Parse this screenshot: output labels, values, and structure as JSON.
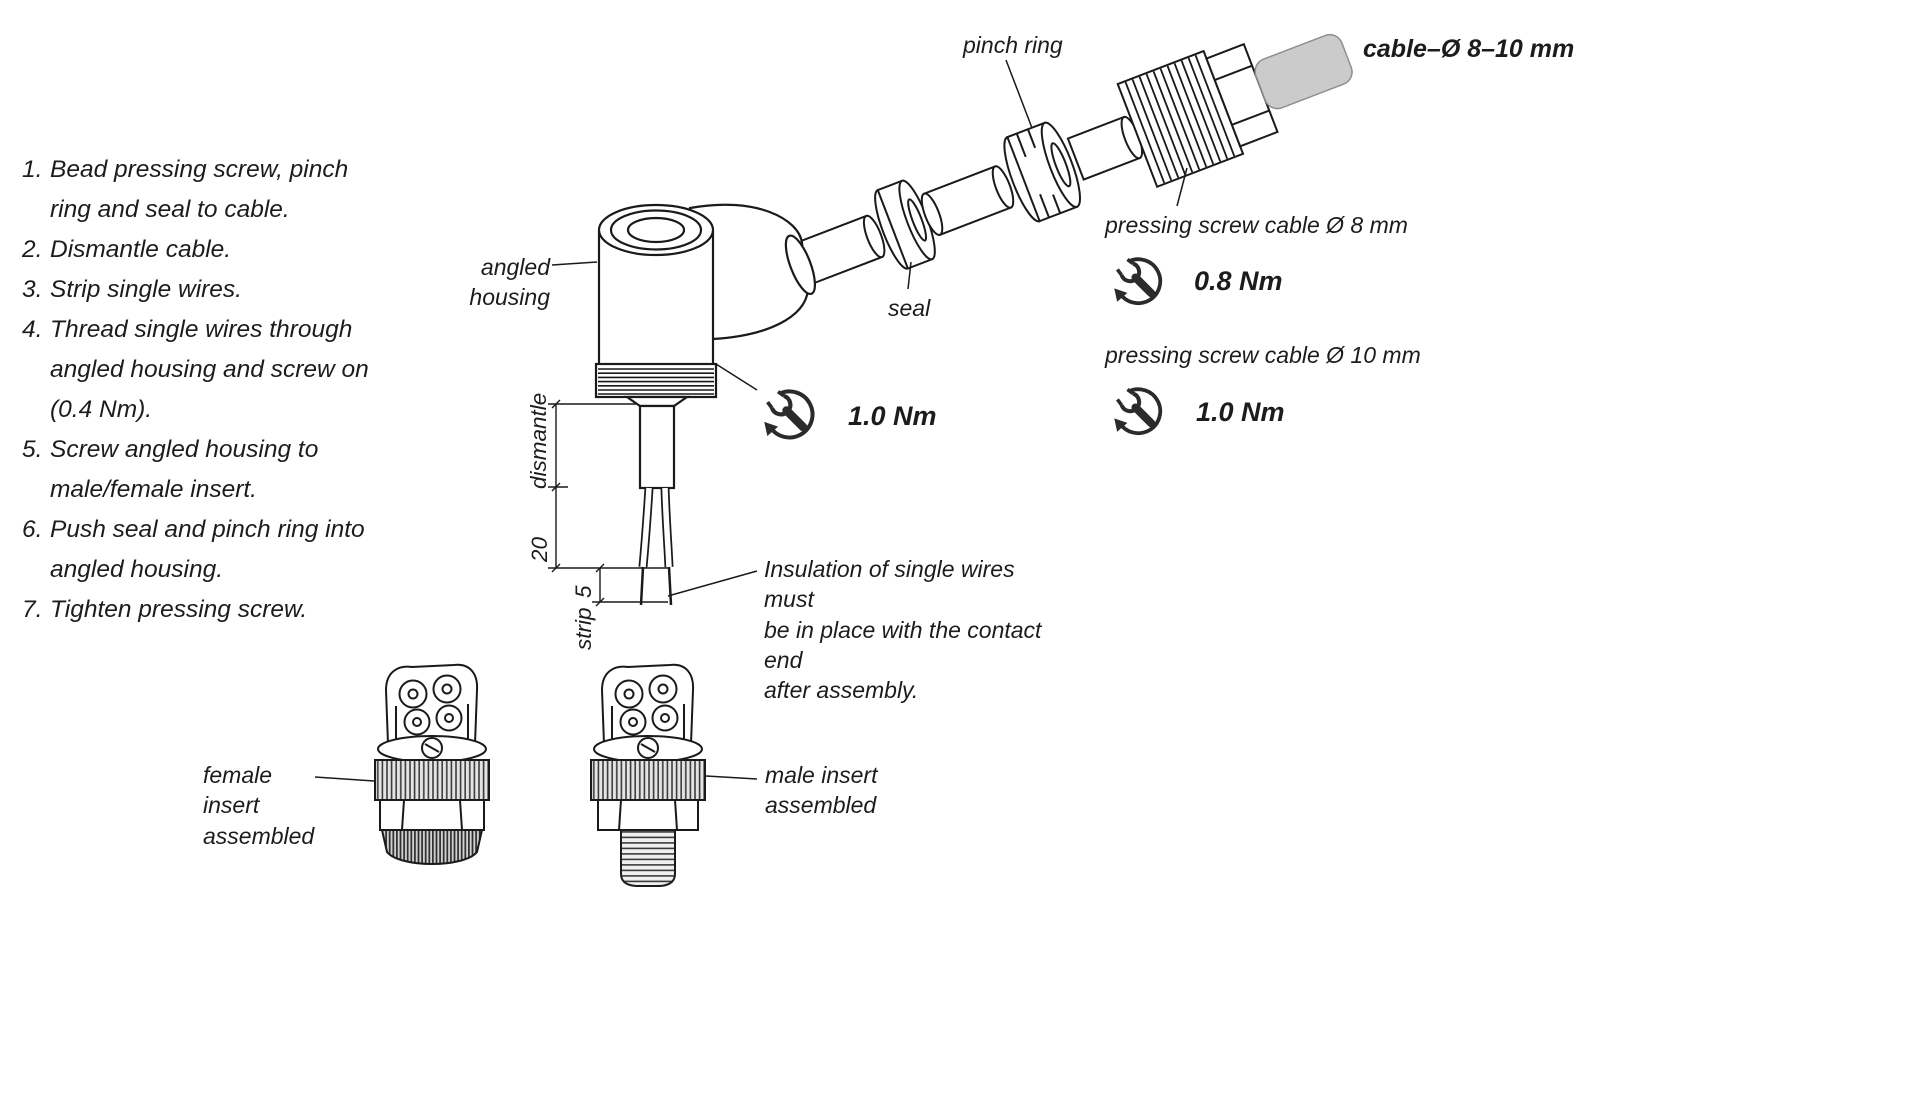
{
  "page": {
    "background": "#ffffff",
    "line_color": "#1a1a1a"
  },
  "instructions": {
    "items": [
      {
        "num": "1.",
        "text": "Bead pressing screw, pinch ring and seal to cable."
      },
      {
        "num": "2.",
        "text": "Dismantle cable."
      },
      {
        "num": "3.",
        "text": "Strip single wires."
      },
      {
        "num": "4.",
        "text": "Thread single wires through angled housing and screw on (0.4 Nm)."
      },
      {
        "num": "5.",
        "text": "Screw angled housing to male/female insert."
      },
      {
        "num": "6.",
        "text": "Push seal and pinch ring into angled housing."
      },
      {
        "num": "7.",
        "text": "Tighten pressing screw."
      }
    ]
  },
  "diagram": {
    "cable_spec": "cable–Ø 8–10 mm",
    "labels": {
      "angled_housing": "angled housing",
      "pinch_ring": "pinch ring",
      "seal": "seal",
      "insulation_note": "Insulation of single wires must\nbe in place with the contact end\nafter assembly.",
      "female_insert": "female insert\nassembled",
      "male_insert": "male insert\nassembled"
    },
    "dimensions": {
      "dismantle": "dismantle",
      "length_20": "20",
      "length_5": "5",
      "strip": "strip"
    },
    "torques": {
      "housing": {
        "value": "1.0 Nm"
      },
      "screw_8": {
        "label": "pressing screw cable Ø 8 mm",
        "value": "0.8 Nm"
      },
      "screw_10": {
        "label": "pressing screw cable Ø 10 mm",
        "value": "1.0 Nm"
      }
    }
  }
}
